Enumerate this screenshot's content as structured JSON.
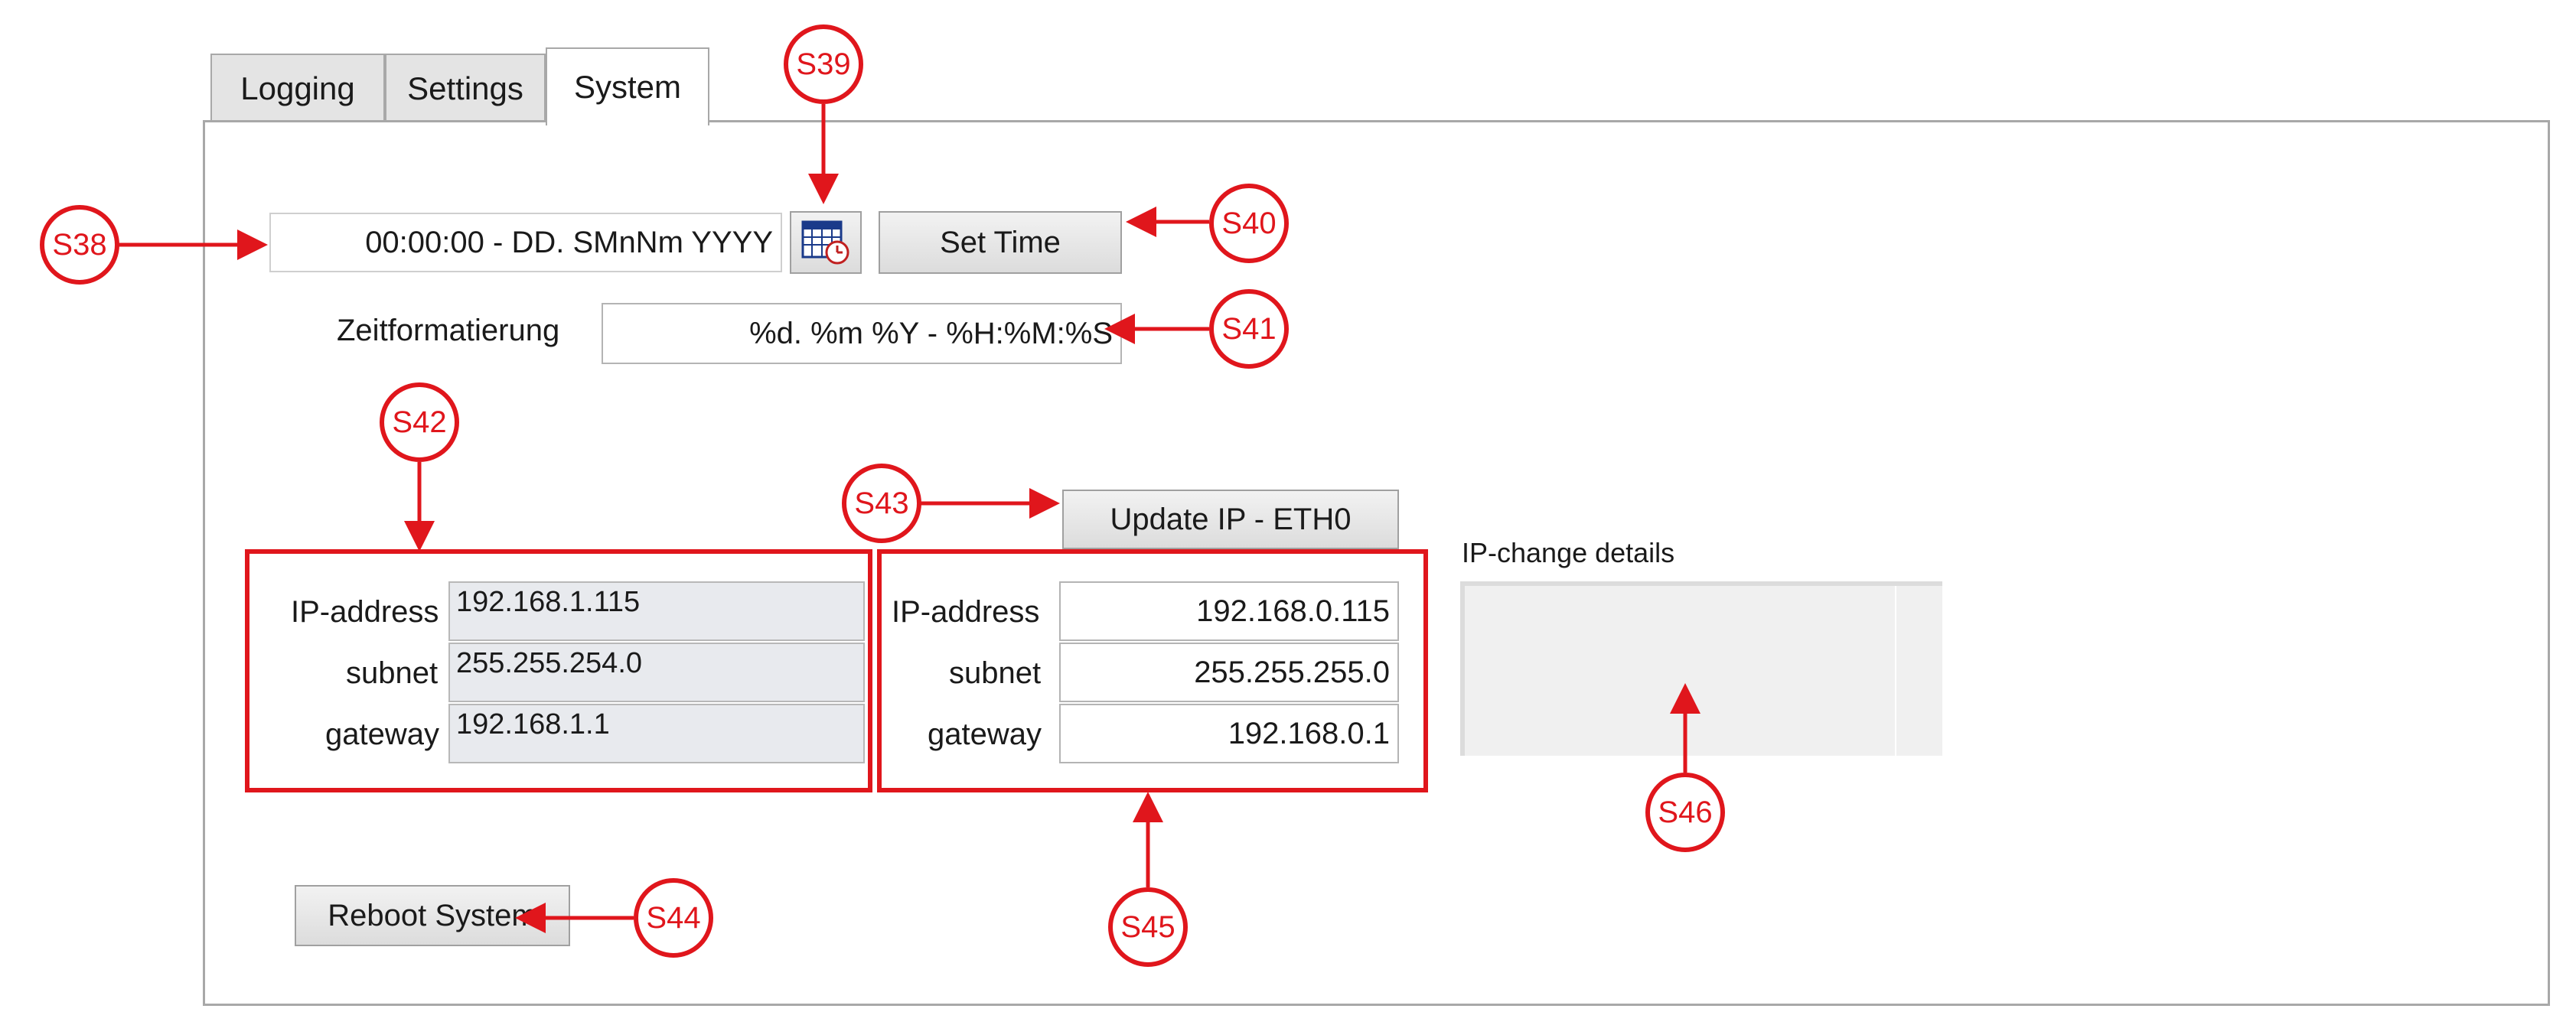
{
  "tabs": [
    {
      "label": "Logging"
    },
    {
      "label": "Settings"
    },
    {
      "label": "System"
    }
  ],
  "time": {
    "value": "00:00:00 - DD. SMnNm YYYY",
    "set_label": "Set Time"
  },
  "format": {
    "label": "Zeitformatierung",
    "value": "%d. %m %Y - %H:%M:%S"
  },
  "current_ip": {
    "ip_label": "IP-address",
    "ip": "192.168.1.115",
    "subnet_label": "subnet",
    "subnet": "255.255.254.0",
    "gateway_label": "gateway",
    "gateway": "192.168.1.1"
  },
  "new_ip": {
    "update_label": "Update IP - ETH0",
    "ip_label": "IP-address",
    "ip": "192.168.0.115",
    "subnet_label": "subnet",
    "subnet": "255.255.255.0",
    "gateway_label": "gateway",
    "gateway": "192.168.0.1"
  },
  "details": {
    "label": "IP-change details"
  },
  "reboot_label": "Reboot System",
  "annotations": {
    "s38": "S38",
    "s39": "S39",
    "s40": "S40",
    "s41": "S41",
    "s42": "S42",
    "s43": "S43",
    "s44": "S44",
    "s45": "S45",
    "s46": "S46"
  },
  "colors": {
    "annotation": "#e0161c",
    "border": "#a8a8a8",
    "readonly_bg": "#e8eaee"
  }
}
